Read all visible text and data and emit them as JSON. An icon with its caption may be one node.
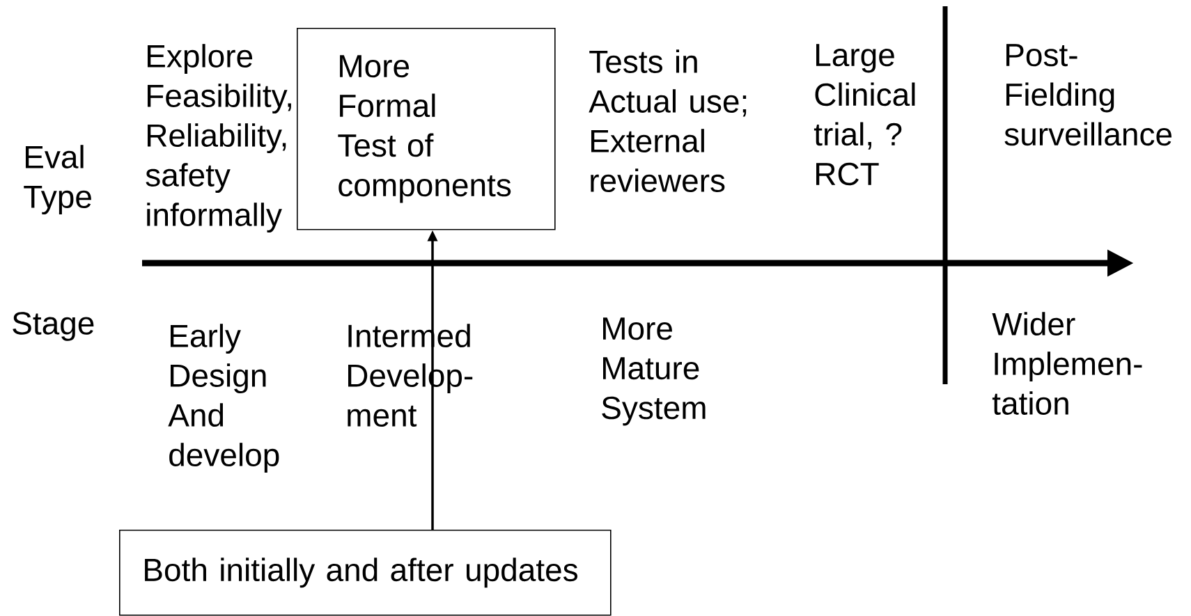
{
  "diagram": {
    "nodes": [
      {
        "text": [
          "More Formal Test of components"
        ]
      },
      {
        "text": [
          "Both initially and after updates"
        ]
      }
    ],
    "edges": [
      {
        "from": 1,
        "to": 0,
        "arrow": "to"
      }
    ],
    "labels": [
      "Eval Type",
      "Explore Feasibility, Reliability, safety informally",
      "Tests in Actual use; External reviewers",
      "Large Clinical trial, ? RCT",
      "Post-Fielding surveillance",
      "Stage",
      "Early Design And develop",
      "Intermed Develop-ment",
      "More Mature System",
      "Wider Implemen-tation"
    ]
  }
}
